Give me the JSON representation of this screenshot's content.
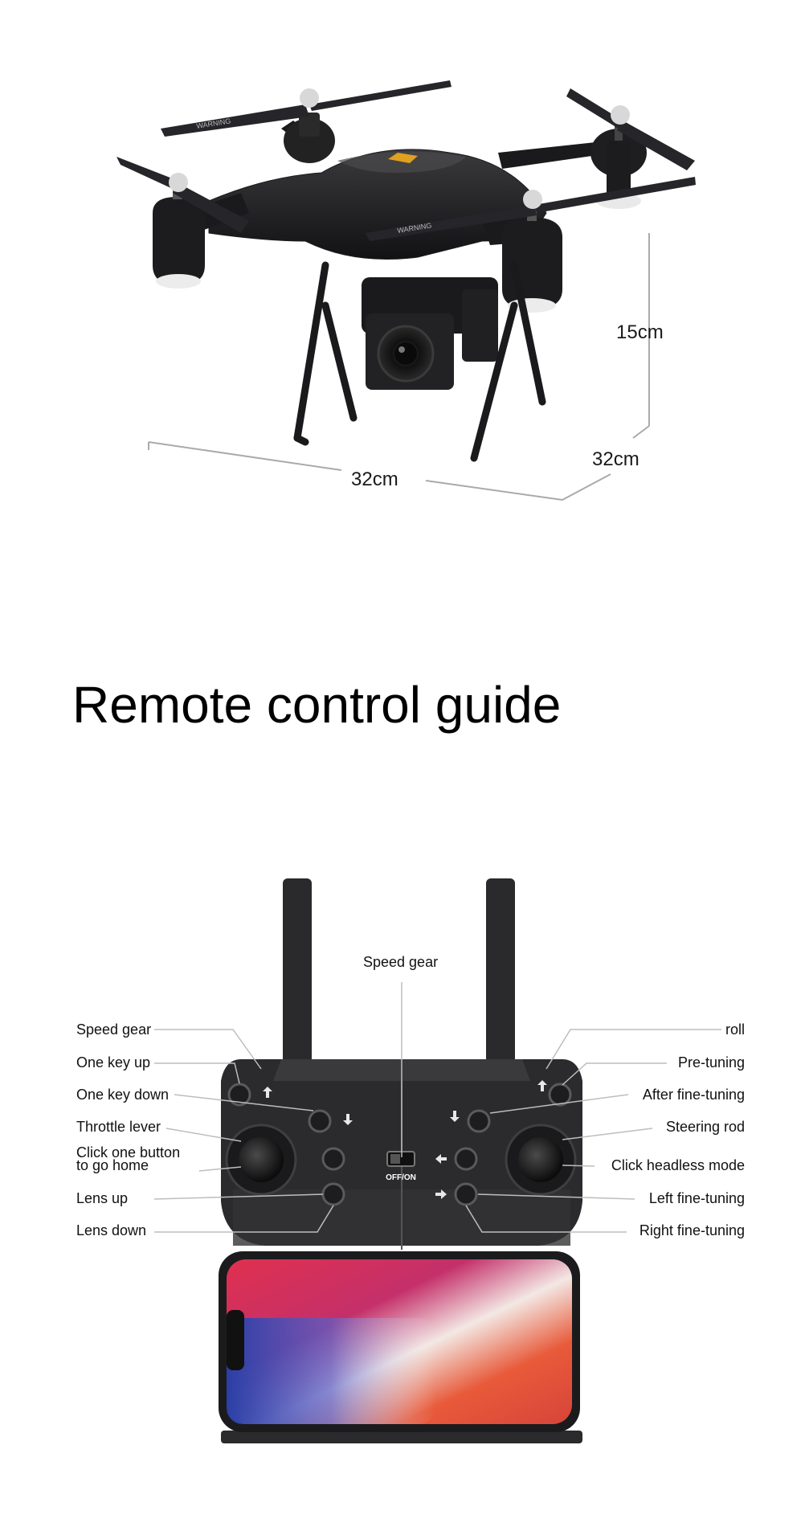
{
  "drone": {
    "height_label": "15cm",
    "width_label": "32cm",
    "depth_label": "32cm",
    "propeller_text": "WARNING",
    "body_color": "#1c1c1e"
  },
  "title": "Remote control guide",
  "controller": {
    "switch_label": "OFF/ON",
    "top_label": "Speed gear",
    "left_labels": [
      "Speed gear",
      "One key up",
      "One key down",
      "Throttle lever",
      "Click one button",
      "to go home",
      "Lens up",
      "Lens down"
    ],
    "right_labels": [
      "roll",
      "Pre-tuning",
      "After fine-tuning",
      "Steering rod",
      "Click headless mode",
      "Left fine-tuning",
      "Right fine-tuning"
    ]
  }
}
